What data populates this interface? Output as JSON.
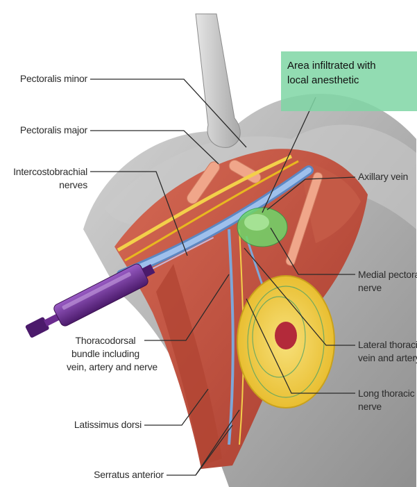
{
  "callout": {
    "lines": [
      "Area infiltrated with",
      "local anesthetic"
    ],
    "color": "#7fd6a4"
  },
  "labels": {
    "pectoralis_minor": [
      "Pectoralis minor"
    ],
    "pectoralis_major": [
      "Pectoralis major"
    ],
    "intercostobrachial": [
      "Intercostobrachial",
      "nerves"
    ],
    "axillary_vein": [
      "Axillary vein"
    ],
    "medial_pectoral": [
      "Medial pectoral",
      "nerve"
    ],
    "thoracodorsal": [
      "Thoracodorsal",
      "bundle including",
      "vein, artery and nerve"
    ],
    "lateral_thoracic": [
      "Lateral thoracic",
      "vein and artery"
    ],
    "long_thoracic": [
      "Long thoracic",
      "nerve"
    ],
    "latissimus": [
      "Latissimus dorsi"
    ],
    "serratus": [
      "Serratus anterior"
    ]
  },
  "colors": {
    "muscle": "#c0503f",
    "fat": "#f2cf3a",
    "vein": "#7ea7d8",
    "nerve": "#f3d04a",
    "syringe": "#6b2c8f",
    "skin": "#b9b9b9",
    "injection_area": "#6fd66a"
  }
}
